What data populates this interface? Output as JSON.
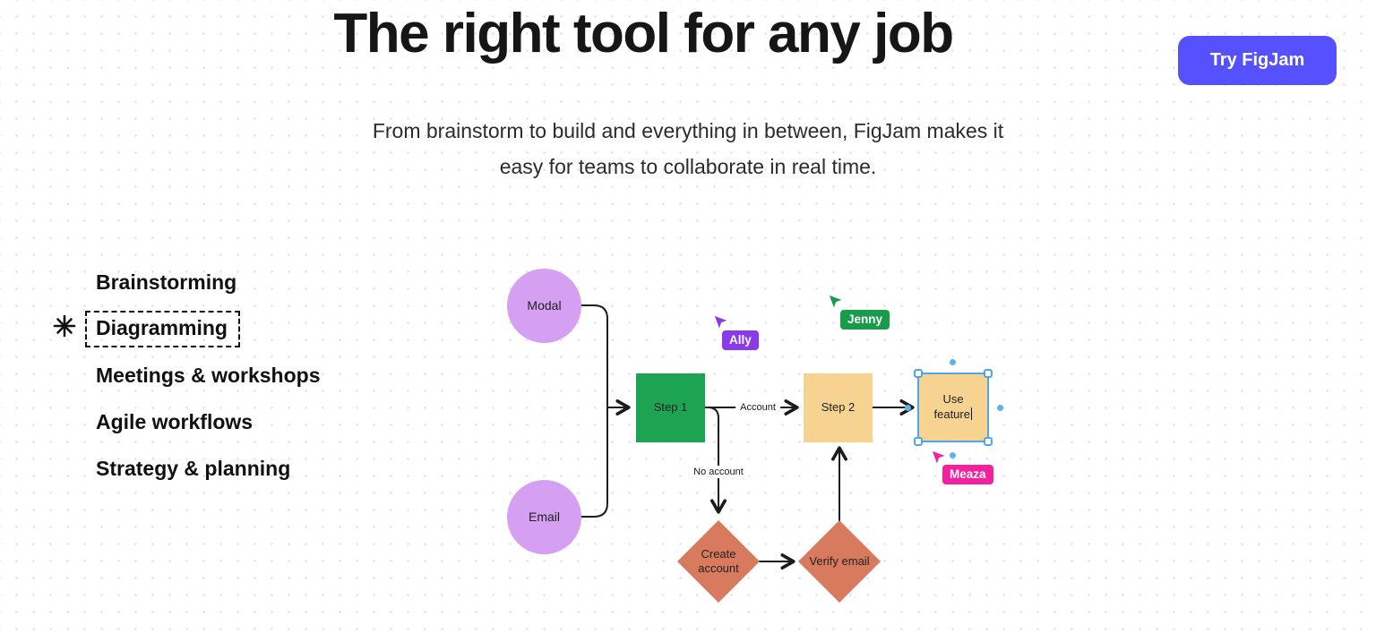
{
  "hero": {
    "title": "The right tool for any job",
    "subtitle_line1": "From brainstorm to build and everything in between, FigJam makes it",
    "subtitle_line2": "easy for teams to collaborate in real time.",
    "cta_label": "Try FigJam",
    "cta_color": "#5551ff"
  },
  "use_case_tabs": {
    "items": [
      {
        "label": "Brainstorming",
        "active": false
      },
      {
        "label": "Diagramming",
        "active": true
      },
      {
        "label": "Meetings & workshops",
        "active": false
      },
      {
        "label": "Agile workflows",
        "active": false
      },
      {
        "label": "Strategy & planning",
        "active": false
      }
    ]
  },
  "diagram": {
    "nodes": [
      {
        "id": "modal",
        "label": "Modal",
        "shape": "circle",
        "color": "#d5a0f1"
      },
      {
        "id": "email",
        "label": "Email",
        "shape": "circle",
        "color": "#d5a0f1"
      },
      {
        "id": "step1",
        "label": "Step 1",
        "shape": "square",
        "color": "#1da452"
      },
      {
        "id": "step2",
        "label": "Step 2",
        "shape": "square",
        "color": "#f6d391"
      },
      {
        "id": "use-feature",
        "label": "Use feature",
        "shape": "square",
        "color": "#f6d391",
        "selected": true
      },
      {
        "id": "create-account",
        "label": "Create account",
        "shape": "diamond",
        "color": "#d87a5e"
      },
      {
        "id": "verify-email",
        "label": "Verify email",
        "shape": "diamond",
        "color": "#d87a5e"
      }
    ],
    "edge_labels": {
      "account": "Account",
      "no_account": "No account"
    },
    "connector_color": "#1c1c1c",
    "selection_color": "#4fa6e9",
    "cursors": [
      {
        "name": "Ally",
        "color": "#8a3ae8"
      },
      {
        "name": "Jenny",
        "color": "#189c4b"
      },
      {
        "name": "Meaza",
        "color": "#f2219f"
      }
    ]
  }
}
